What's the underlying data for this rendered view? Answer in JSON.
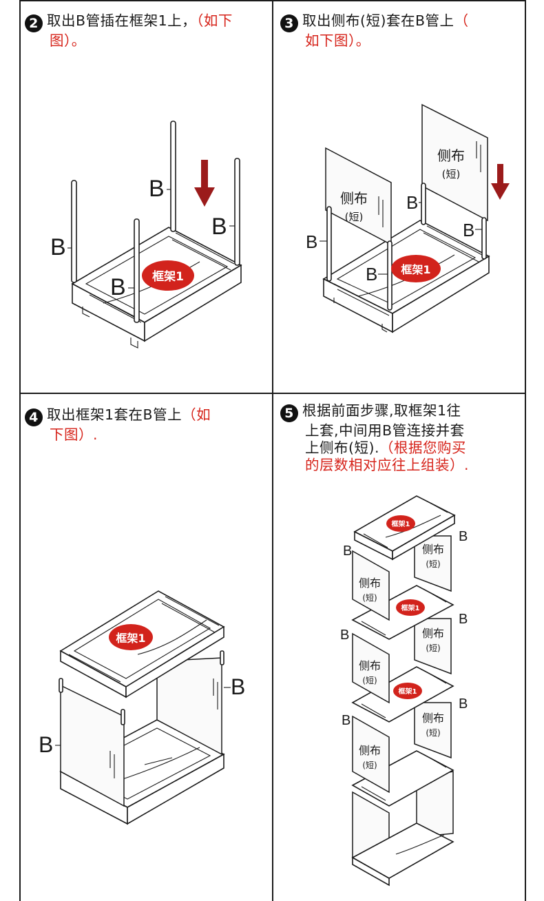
{
  "colors": {
    "accent_red": "#d6231a",
    "badge_red": "#d2231c",
    "arrow_red": "#9b1b1b",
    "ink": "#1a1a1a"
  },
  "steps": [
    {
      "number": "2",
      "black_lines": [
        "取出B管插在框架1上，"
      ],
      "red_inline": "（如下",
      "red_lines": [
        "图）。"
      ]
    },
    {
      "number": "3",
      "black_lines": [
        "取出侧布(短)套在B管上"
      ],
      "red_inline": "（",
      "red_lines": [
        "如下图）。"
      ]
    },
    {
      "number": "4",
      "black_lines": [
        "取出框架1套在B管上"
      ],
      "red_inline": "（如",
      "red_lines": [
        "下图）."
      ]
    },
    {
      "number": "5",
      "black_lines": [
        "根据前面步骤,取框架1往",
        "上套,中间用B管连接并套",
        "上侧布(短)."
      ],
      "red_inline": "（根据您购买",
      "red_lines": [
        "的层数相对应往上组装）."
      ]
    }
  ],
  "labels": {
    "pipe": "B",
    "frame": "框架1",
    "cloth_line1": "侧布",
    "cloth_line2": "(短)"
  }
}
